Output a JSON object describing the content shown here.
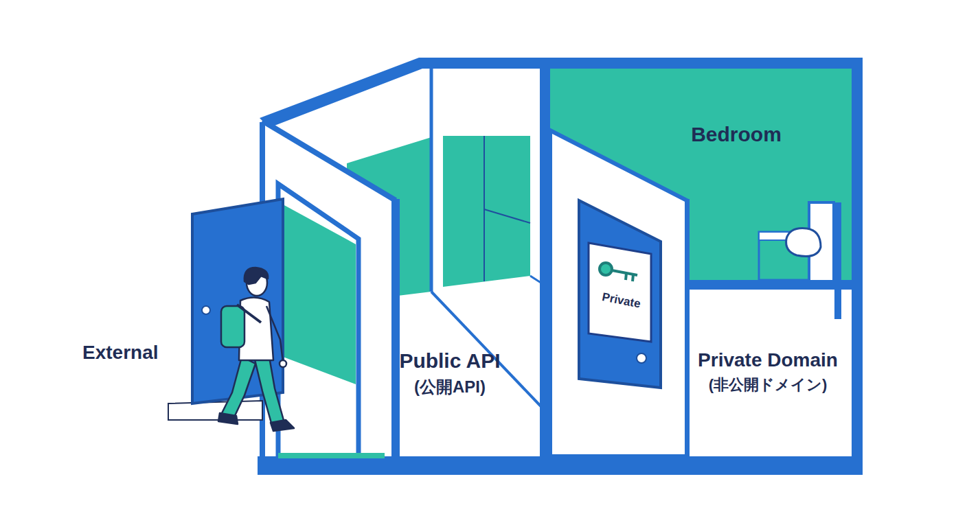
{
  "diagram": {
    "nodes": [
      {
        "text": [
          "Public API",
          "(公開API)"
        ]
      },
      {
        "text": [
          "Private Domain",
          "(非公開ドメイン)"
        ]
      },
      {
        "text": [
          "Bedroom"
        ]
      },
      {
        "text": [
          "Private"
        ]
      }
    ],
    "labels": [
      "External"
    ]
  }
}
